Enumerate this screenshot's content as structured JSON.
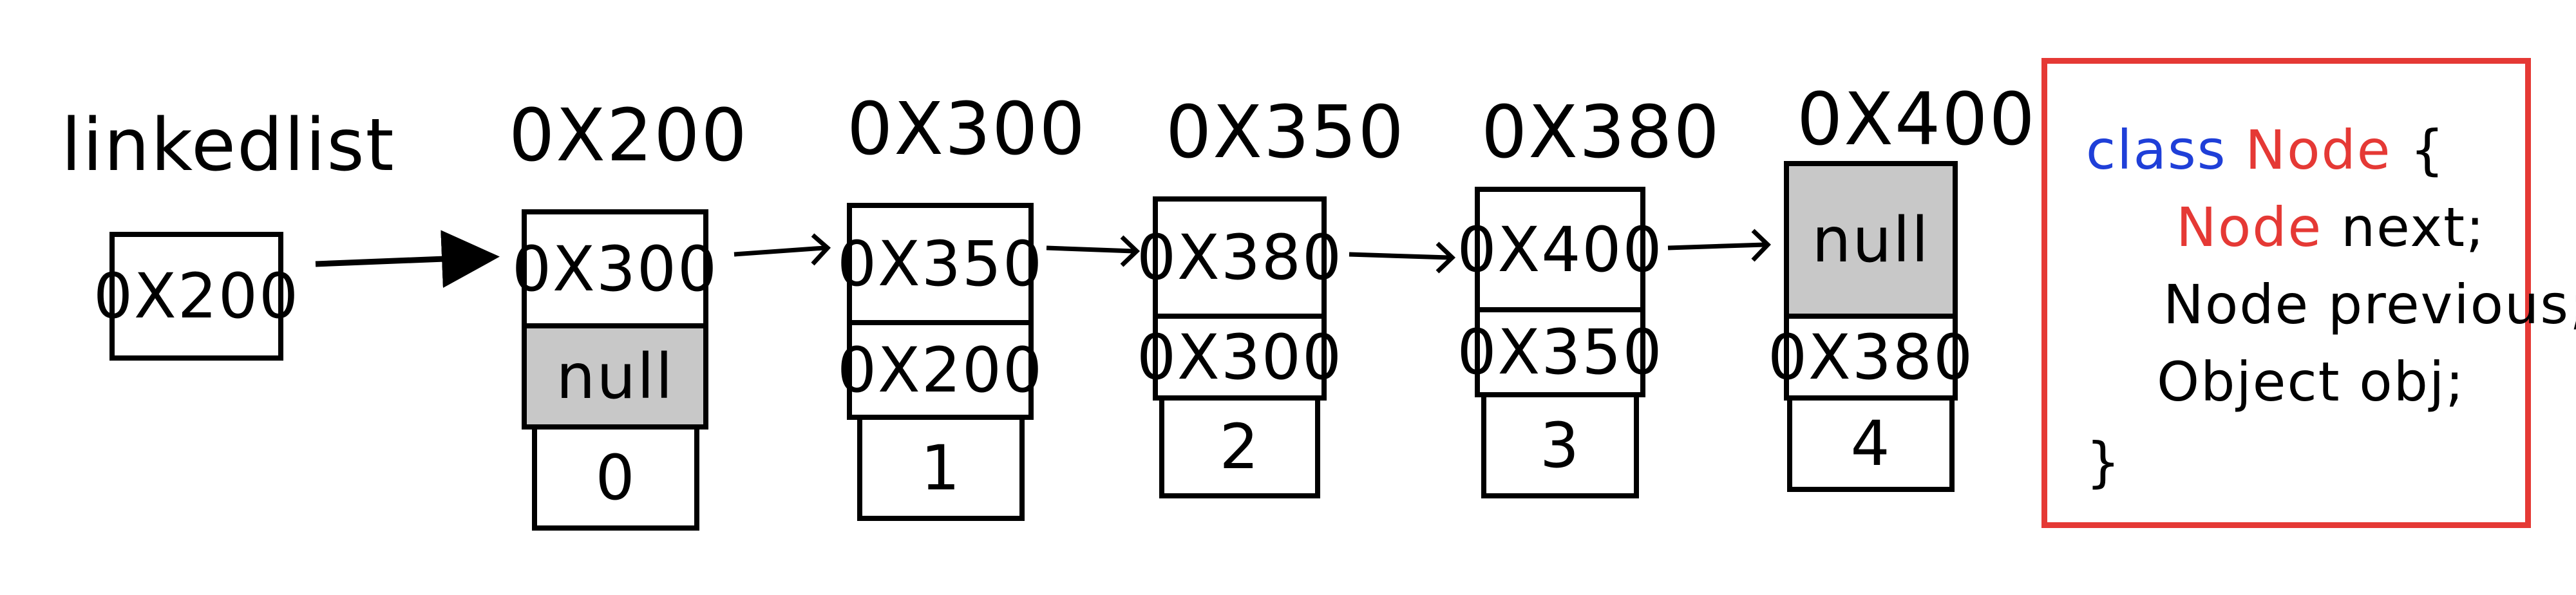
{
  "head": {
    "label": "linkedlist",
    "value": "0X200"
  },
  "nodes": [
    {
      "address": "0X200",
      "next": "0X300",
      "previous": "null",
      "index": "0",
      "grey": "previous"
    },
    {
      "address": "0X300",
      "next": "0X350",
      "previous": "0X200",
      "index": "1",
      "grey": ""
    },
    {
      "address": "0X350",
      "next": "0X380",
      "previous": "0X300",
      "index": "2",
      "grey": ""
    },
    {
      "address": "0X380",
      "next": "0X400",
      "previous": "0X350",
      "index": "3",
      "grey": ""
    },
    {
      "address": "0X400",
      "next": "null",
      "previous": "0X380",
      "index": "4",
      "grey": "next"
    }
  ],
  "code": {
    "line1_keyword": "class",
    "line1_name": "Node",
    "line1_brace": "{",
    "line2_type": "Node",
    "line2_rest": "next;",
    "line3": "Node previous;",
    "line4": "Object obj;",
    "line5": "}"
  },
  "colors": {
    "ink": "#000000",
    "grey_cell": "#c8c8c8",
    "keyword_blue": "#1f3fd8",
    "accent_red": "#e53935"
  }
}
